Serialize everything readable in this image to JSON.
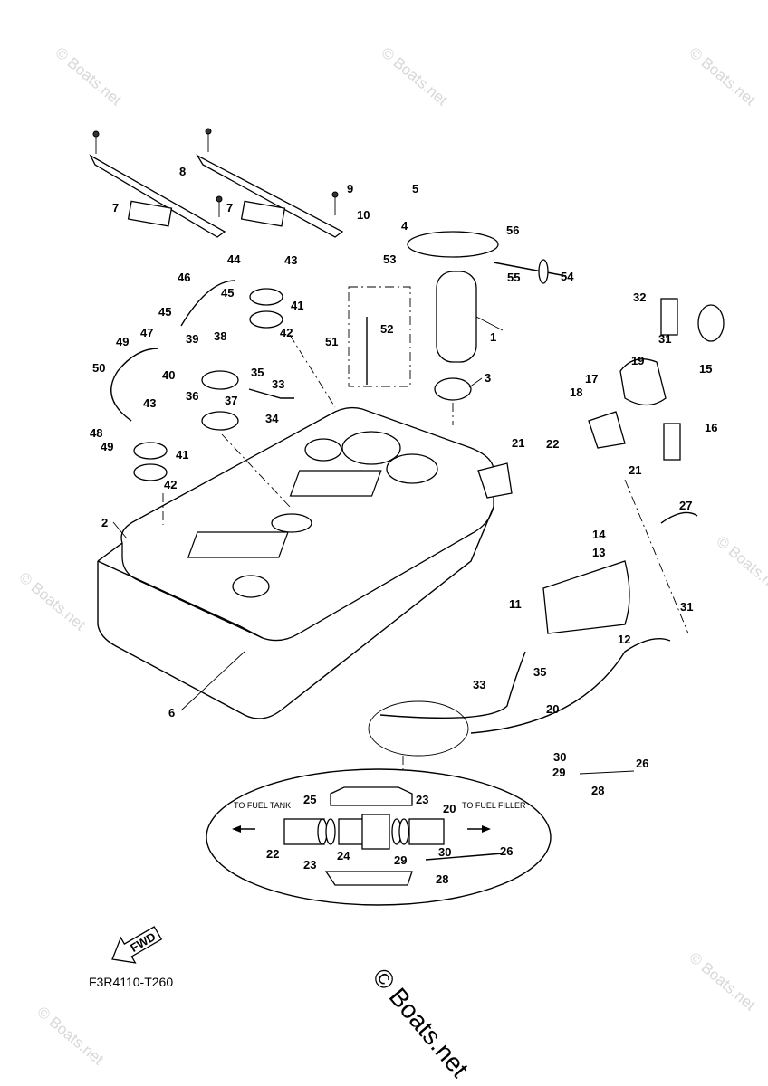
{
  "diagram": {
    "part_numbers": [
      "1",
      "2",
      "3",
      "4",
      "5",
      "6",
      "7",
      "7",
      "8",
      "9",
      "10",
      "11",
      "12",
      "13",
      "14",
      "15",
      "16",
      "17",
      "18",
      "19",
      "20",
      "21",
      "21",
      "22",
      "26",
      "27",
      "28",
      "29",
      "30",
      "31",
      "31",
      "32",
      "33",
      "33",
      "34",
      "35",
      "35",
      "36",
      "37",
      "38",
      "39",
      "40",
      "41",
      "41",
      "42",
      "42",
      "43",
      "43",
      "44",
      "45",
      "45",
      "46",
      "47",
      "48",
      "49",
      "49",
      "50",
      "51",
      "52",
      "53",
      "54",
      "55",
      "56"
    ],
    "inset": {
      "part_numbers": [
        "25",
        "23",
        "20",
        "22",
        "23",
        "24",
        "29",
        "30",
        "26",
        "28"
      ],
      "to_fuel_tank": "TO FUEL TANK",
      "to_fuel_filler": "TO FUEL FILLER"
    },
    "fwd_label": "FWD",
    "diagram_code": "F3R4110-T260",
    "copyright": "© Boats.net",
    "watermark": "© Boats.net"
  }
}
